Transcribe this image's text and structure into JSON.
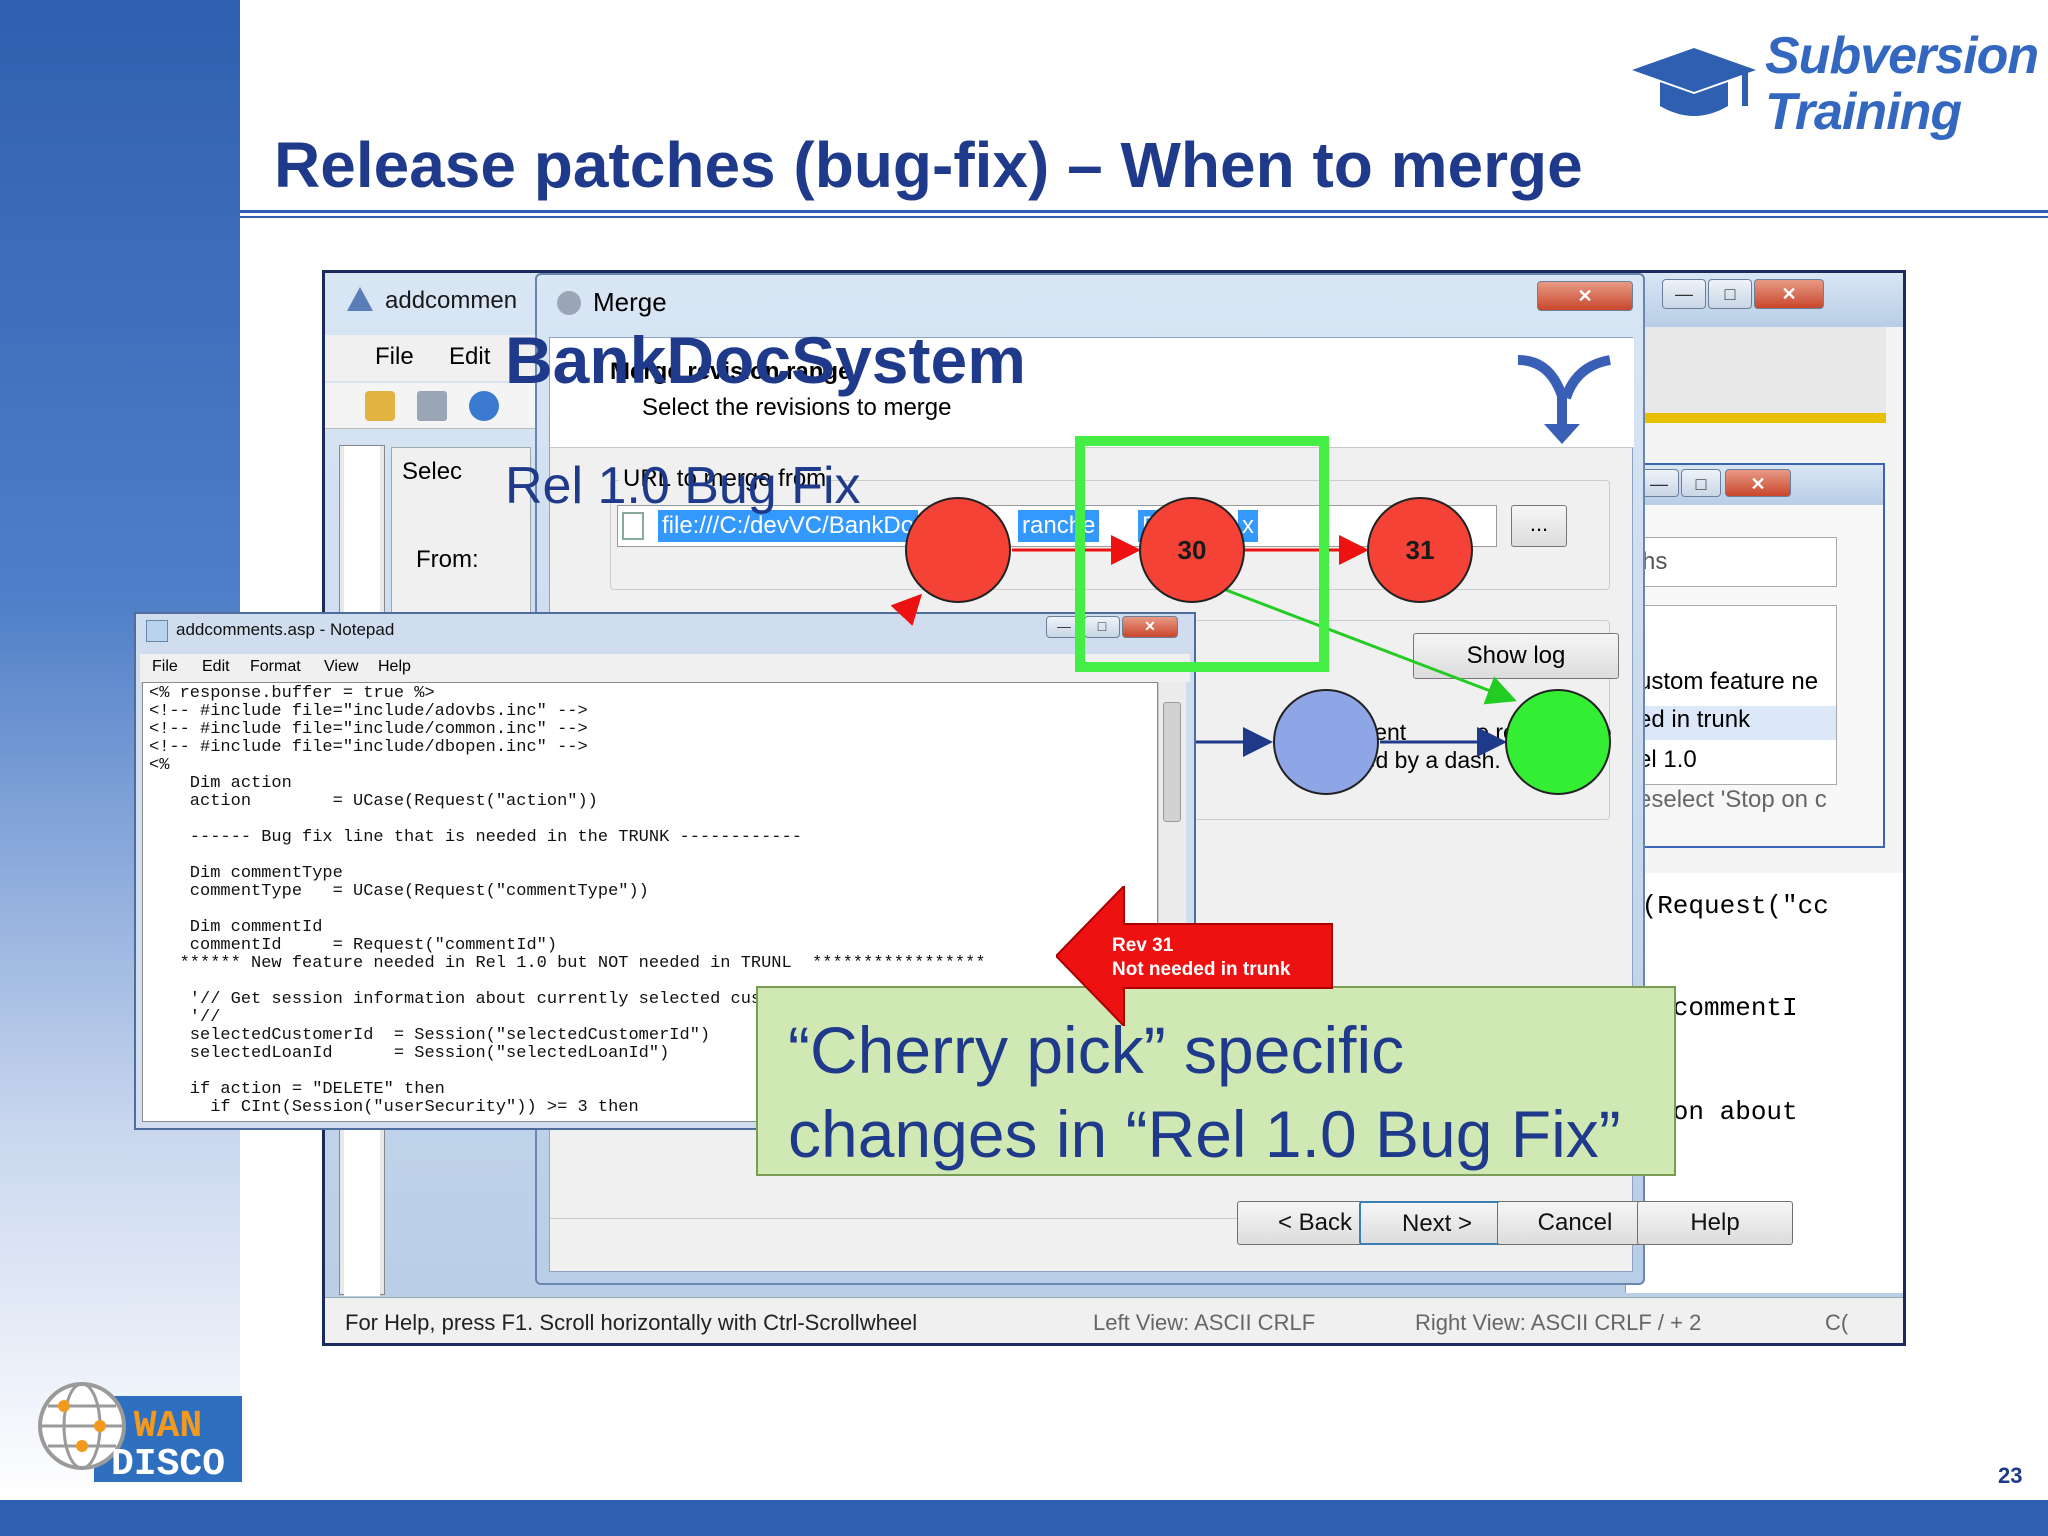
{
  "slide": {
    "title": "Release patches (bug-fix) – When to merge",
    "page_number": "23",
    "brand_top_line1": "Subversion",
    "brand_top_line2": "Training",
    "brand_bottom_line1": "WAN",
    "brand_bottom_line2": "DISCO"
  },
  "overlay": {
    "title": "BankDocSystem",
    "subtitle": "Rel 1.0 Bug Fix",
    "callout_line1": "“Cherry pick” specific",
    "callout_line2": "changes in “Rel 1.0 Bug Fix”",
    "rev_label_line1": "Rev 31",
    "rev_label_line2": "Not needed in trunk"
  },
  "graph_nodes": [
    {
      "label": "",
      "color": "#f44336"
    },
    {
      "label": "30",
      "color": "#f44336"
    },
    {
      "label": "31",
      "color": "#f44336"
    },
    {
      "label": "",
      "color": "#8fa6e6"
    },
    {
      "label": "",
      "color": "#33ee33"
    }
  ],
  "back_window": {
    "title": "addcommen",
    "menu": [
      "File",
      "Edit"
    ],
    "select_label": "Selec",
    "from_label": "From:",
    "status_help": "For Help, press F1. Scroll horizontally with Ctrl-Scrollwheel",
    "status_left": "Left View: ASCII CRLF",
    "status_right": "Right View: ASCII CRLF  / + 2",
    "status_extra": "C(",
    "code_line1": "e(Request(\"cc",
    "code_line2": "c(\"commentI",
    "code_line3": "ation about"
  },
  "right_window": {
    "field": "hs",
    "list": [
      "ustom feature ne",
      "ed in trunk",
      "el 1.0",
      "eselect 'Stop on c"
    ]
  },
  "merge_dialog": {
    "title": "Merge",
    "header_title": "Merge revision range",
    "header_subtitle": "Select the revisions to merge",
    "url_label": "URL to merge from",
    "url_value": "file:///C:/devVC/BankDo",
    "url_value_tail": "ranche",
    "url_value_tail2": "Rel",
    "url_value_tail3": "x",
    "browse_label": "...",
    "show_log": "Show log",
    "hint_line1": "ge, or ent",
    "hint_line1b": "e revisions to",
    "hint_line2": "pecified by a dash.",
    "back": "< Back",
    "next": "Next >",
    "cancel": "Cancel",
    "help": "Help"
  },
  "notepad": {
    "title": "addcomments.asp - Notepad",
    "menu": [
      "File",
      "Edit",
      "Format",
      "View",
      "Help"
    ],
    "code": [
      "<% response.buffer = true %>",
      "<!-- #include file=\"include/adovbs.inc\" -->",
      "<!-- #include file=\"include/common.inc\" -->",
      "<!-- #include file=\"include/dbopen.inc\" -->",
      "<%",
      "    Dim action",
      "    action        = UCase(Request(\"action\"))",
      "",
      "    ------ Bug fix line that is needed in the TRUNK ------------",
      "",
      "    Dim commentType",
      "    commentType   = UCase(Request(\"commentType\"))",
      "",
      "    Dim commentId",
      "    commentId     = Request(\"commentId\")",
      "   ****** New feature needed in Rel 1.0 but NOT needed in TRUNL  *****************",
      "",
      "    '// Get session information about currently selected customer",
      "    '//",
      "    selectedCustomerId  = Session(\"selectedCustomerId\")",
      "    selectedLoanId      = Session(\"selectedLoanId\")",
      "",
      "    if action = \"DELETE\" then",
      "      if CInt(Session(\"userSecurity\")) >= 3 then"
    ]
  }
}
